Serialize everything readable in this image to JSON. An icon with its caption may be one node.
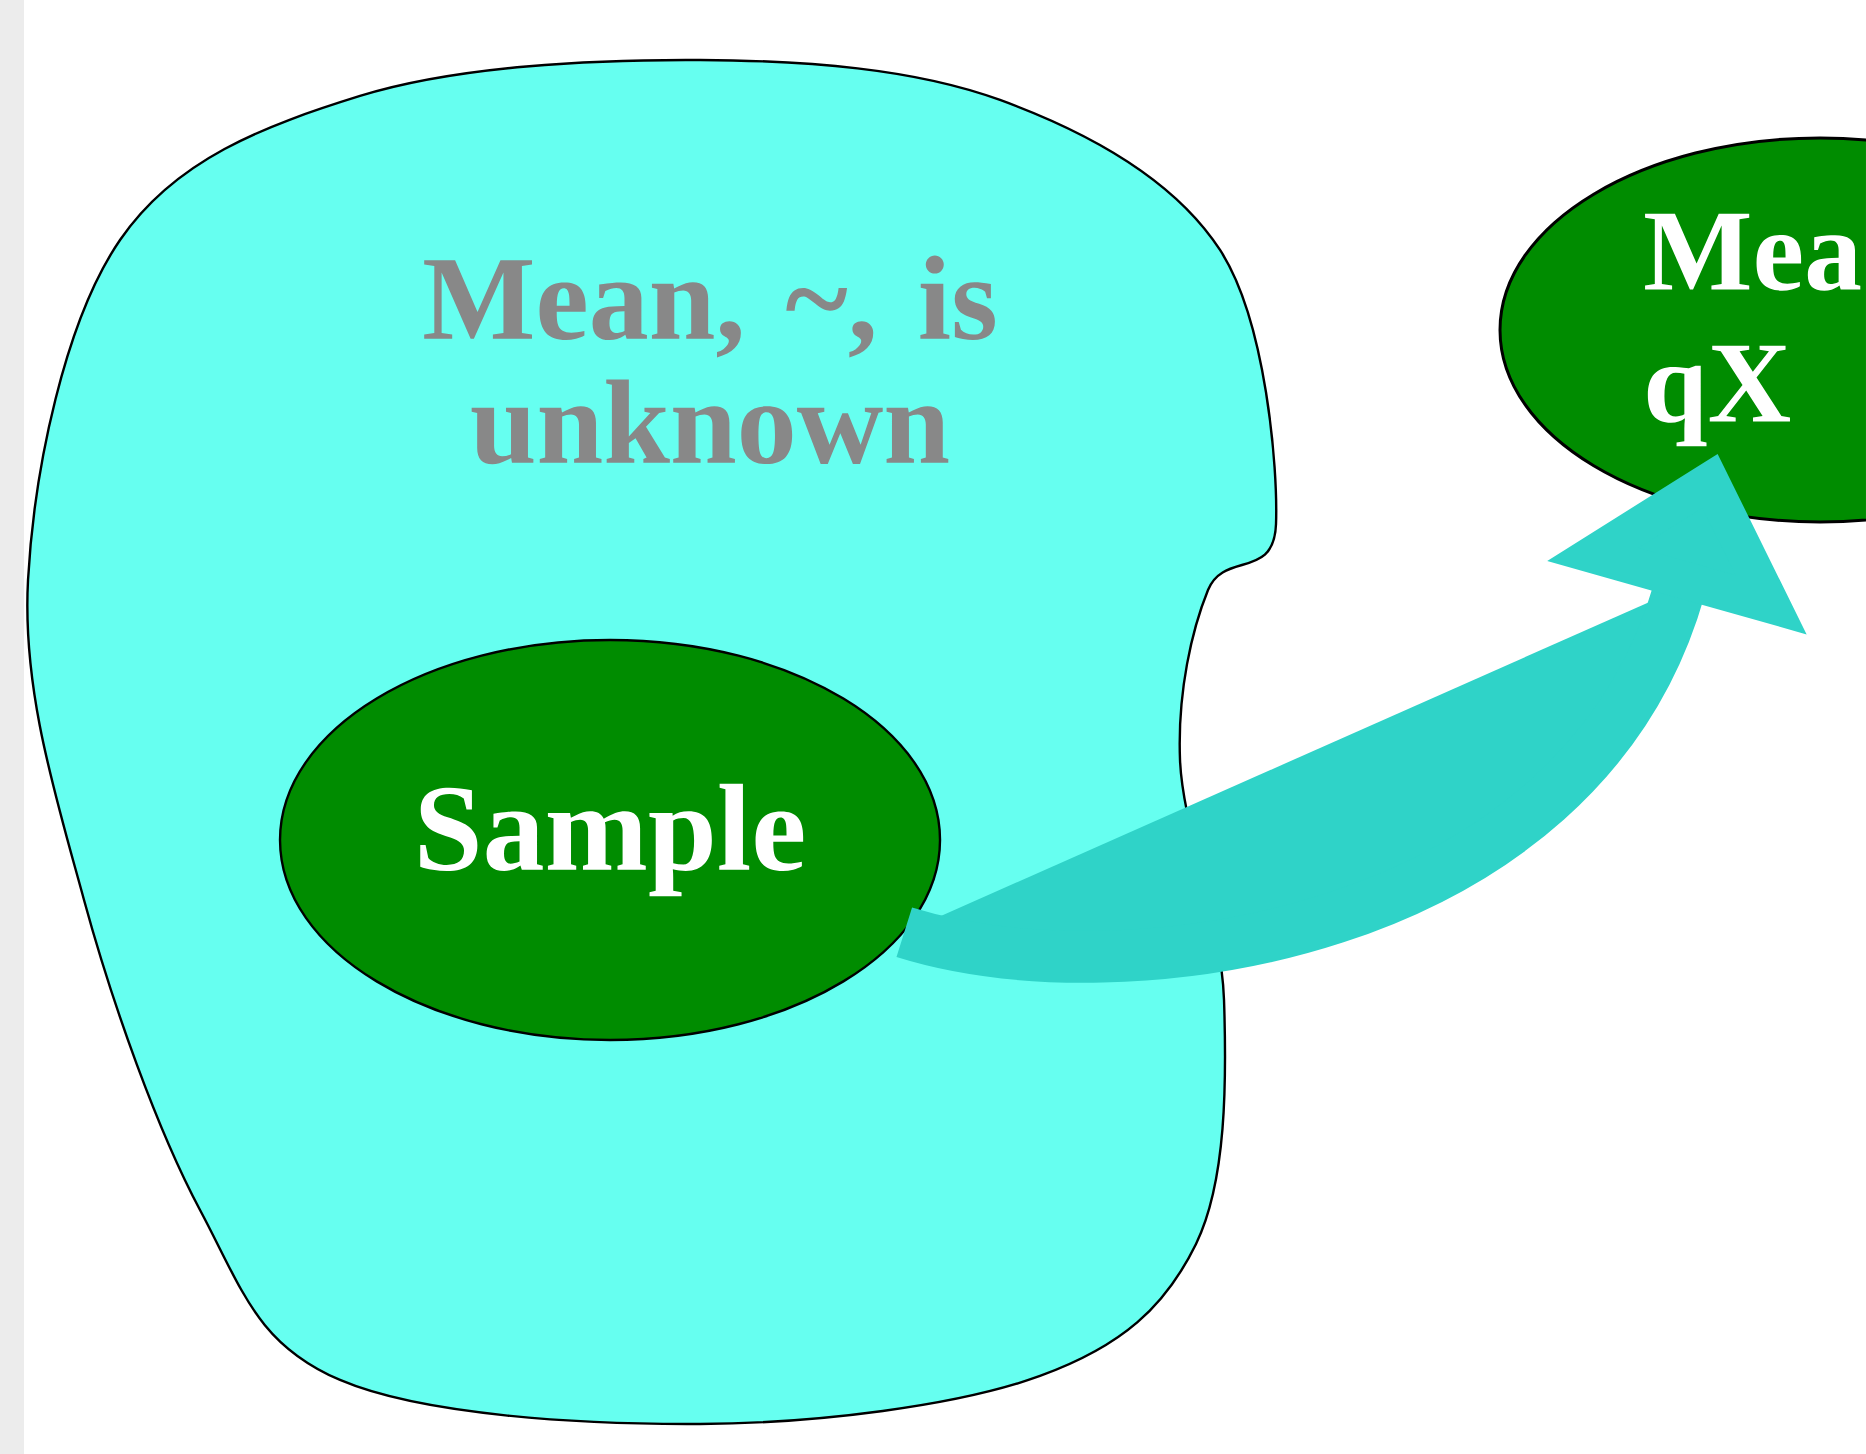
{
  "diagram": {
    "nodes": [
      {
        "text": [
          "Mean, ~, is unknown"
        ]
      },
      {
        "text": [
          "Sample"
        ],
        "in": 0
      },
      {
        "text": [
          "Mea",
          "qX"
        ]
      }
    ],
    "edges": [
      {
        "from": 1,
        "to": 2,
        "arrow": "to"
      }
    ]
  }
}
